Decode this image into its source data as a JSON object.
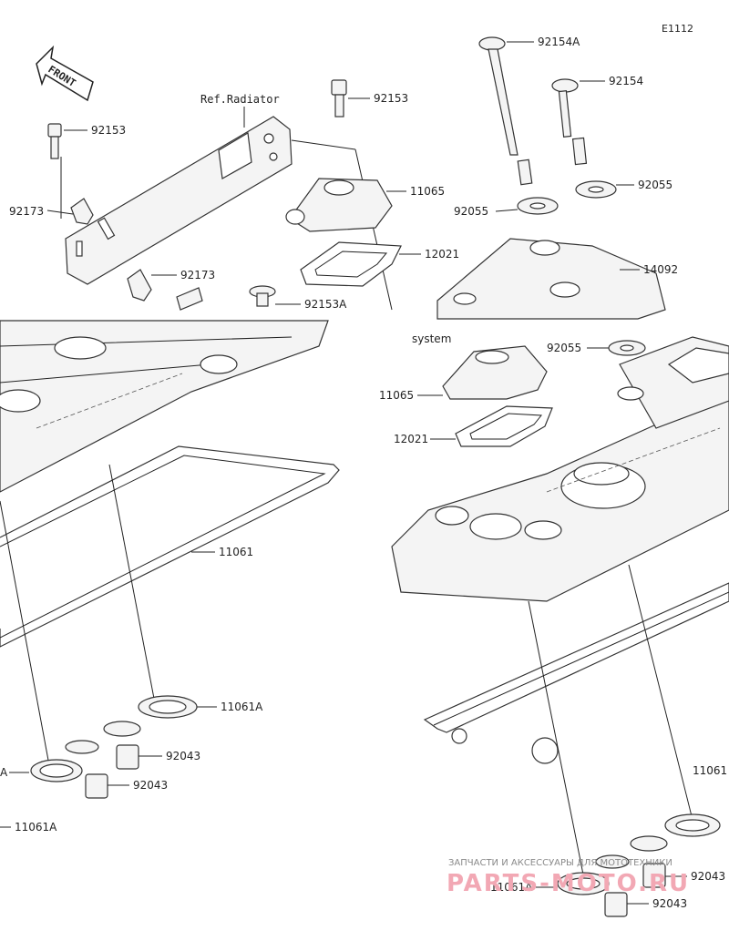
{
  "diagram": {
    "code": "E1112",
    "front_label": "FRONT",
    "ref_radiator": "Ref.Radiator",
    "ref_system": "system",
    "labels": {
      "p92154A": "92154A",
      "p92154": "92154",
      "p92153_a": "92153",
      "p92153_b": "92153",
      "p92173_a": "92173",
      "p92173_b": "92173",
      "p11065_a": "11065",
      "p11065_b": "11065",
      "p12021_a": "12021",
      "p12021_b": "12021",
      "p92055_a": "92055",
      "p92055_b": "92055",
      "p92055_c": "92055",
      "p14092": "14092",
      "p92153A": "92153A",
      "p11061_a": "11061",
      "p11061_b": "11061",
      "p11061A_a": "11061A",
      "p11061A_b": "11061A",
      "p11061A_c": "11061A",
      "p11061A_d": "A",
      "p92043_a": "92043",
      "p92043_b": "92043",
      "p92043_c": "92043",
      "p92043_d": "92043"
    },
    "watermark": {
      "line1": "ЗАПЧАСТИ И АКСЕССУАРЫ ДЛЯ МОТОТЕХНИКИ",
      "line2": "PARTS-MOTO.RU"
    }
  }
}
